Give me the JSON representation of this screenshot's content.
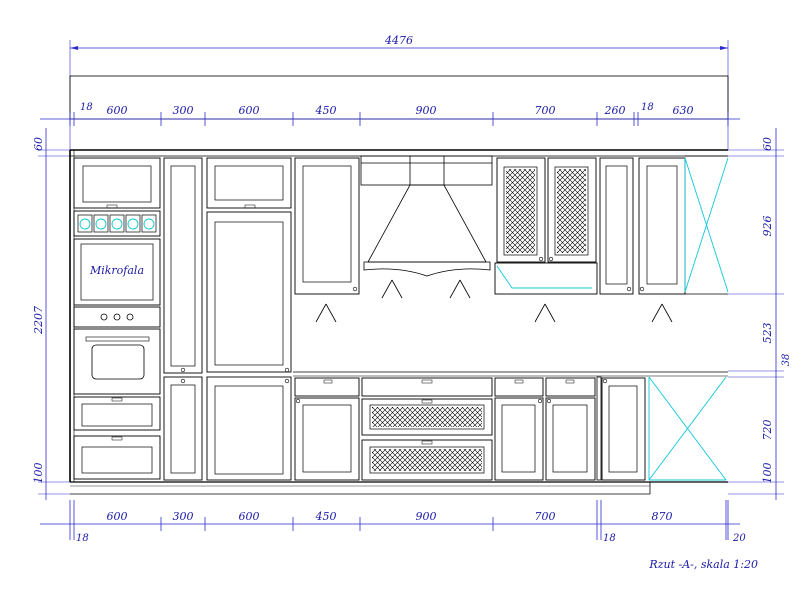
{
  "drawing": {
    "overall_width": "4476",
    "overall_height": "2207",
    "top_widths": [
      "18",
      "600",
      "300",
      "600",
      "450",
      "900",
      "700",
      "260",
      "18",
      "630"
    ],
    "bottom_widths": [
      "600",
      "300",
      "600",
      "450",
      "900",
      "700",
      "870"
    ],
    "bottom_offsets": [
      "18",
      "18",
      "20"
    ],
    "left_heights": [
      "60",
      "100"
    ],
    "right_heights": [
      "60",
      "926",
      "523",
      "38",
      "720",
      "100"
    ],
    "microwave_label": "Mikrofala",
    "caption": "Rzut -A-, skala 1:20"
  }
}
